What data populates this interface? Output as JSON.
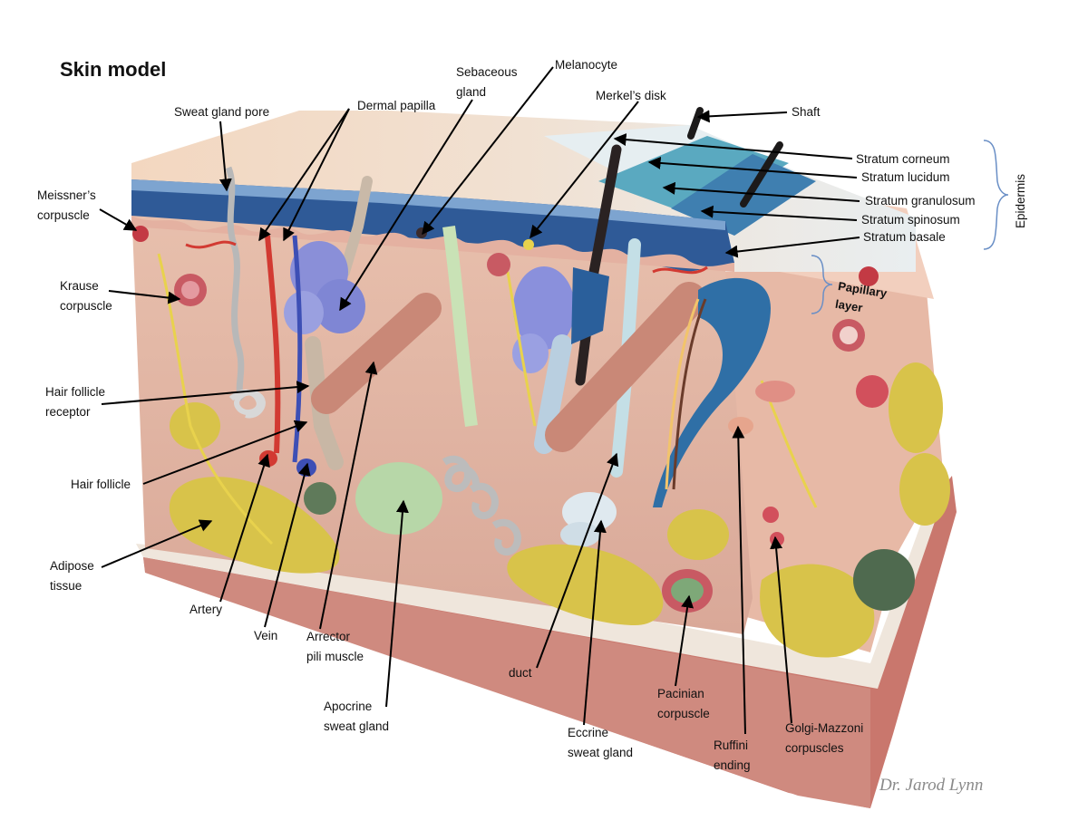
{
  "title": "Skin model",
  "labels": {
    "sweat_gland_pore": "Sweat gland pore",
    "dermal_papilla": "Dermal papilla",
    "sebaceous_1": "Sebaceous",
    "sebaceous_2": "gland",
    "melanocyte": "Melanocyte",
    "merkels_disk": "Merkel’s disk",
    "shaft": "Shaft",
    "meissner_1": "Meissner’s",
    "meissner_2": "corpuscle",
    "stratum_corneum": "Stratum corneum",
    "stratum_lucidum": "Stratum lucidum",
    "stratum_granulosum": "Stratum granulosum",
    "stratum_spinosum": "Stratum spinosum",
    "stratum_basale": "Stratum basale",
    "epidermis": "Epidermis",
    "papillary_1": "Papillary",
    "papillary_2": "layer",
    "krause_1": "Krause",
    "krause_2": "corpuscle",
    "hair_follicle_receptor_1": "Hair follicle",
    "hair_follicle_receptor_2": "receptor",
    "hair_follicle": "Hair follicle",
    "adipose_1": "Adipose",
    "adipose_2": "tissue",
    "artery": "Artery",
    "vein": "Vein",
    "arrector_1": "Arrector",
    "arrector_2": "pili muscle",
    "apocrine_1": "Apocrine",
    "apocrine_2": "sweat gland",
    "duct": "duct",
    "eccrine_1": "Eccrine",
    "eccrine_2": "sweat gland",
    "pacinian_1": "Pacinian",
    "pacinian_2": "corpuscle",
    "ruffini_1": "Ruffini",
    "ruffini_2": "ending",
    "golgi_1": "Golgi-Mazzoni",
    "golgi_2": "corpuscles"
  },
  "signature": "Dr. Jarod Lynn",
  "colors": {
    "dermis": "#e3b6a4",
    "top_surface": "#f2d4bd",
    "epidermis_blue": "#2f5a97",
    "adipose": "#d8c34a",
    "base": "#c9776d",
    "label_text": "#111111",
    "arrow": "#000000"
  }
}
